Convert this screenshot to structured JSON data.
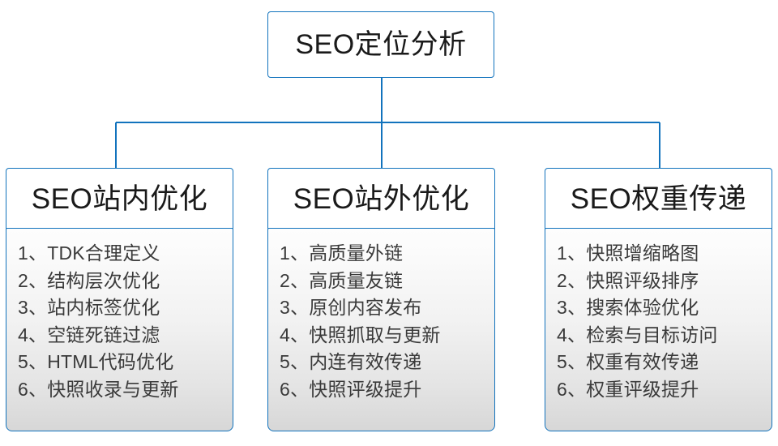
{
  "diagram": {
    "type": "org-chart",
    "title": "SEO定位分析",
    "accent_color": "#1273bd",
    "text_color": "#1a1a1a",
    "list_text_color": "#3a3a3a",
    "root": {
      "label": "SEO定位分析"
    },
    "branches": [
      {
        "label": "SEO站内优化",
        "items": [
          "1、TDK合理定义",
          "2、结构层次优化",
          "3、站内标签优化",
          "4、空链死链过滤",
          "5、HTML代码优化",
          "6、快照收录与更新"
        ]
      },
      {
        "label": "SEO站外优化",
        "items": [
          "1、高质量外链",
          "2、高质量友链",
          "3、原创内容发布",
          "4、快照抓取与更新",
          "5、内连有效传递",
          "6、快照评级提升"
        ]
      },
      {
        "label": "SEO权重传递",
        "items": [
          "1、快照增缩略图",
          "2、快照评级排序",
          "3、搜索体验优化",
          "4、检索与目标访问",
          "5、权重有效传递",
          "6、权重评级提升"
        ]
      }
    ]
  }
}
